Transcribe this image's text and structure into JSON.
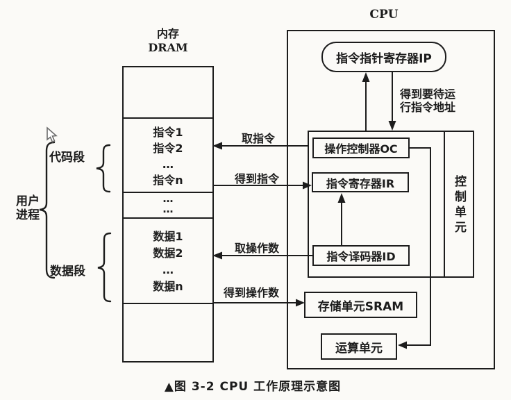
{
  "figure": {
    "caption": "▲图 3-2  CPU 工作原理示意图"
  },
  "memory": {
    "title_line1": "内存",
    "title_line2": "DRAM",
    "code_rows": [
      "指令1",
      "指令2",
      "…",
      "指令n"
    ],
    "mid_rows": [
      "…",
      "…"
    ],
    "data_rows": [
      "数据1",
      "数据2",
      "…",
      "数据n"
    ]
  },
  "left_labels": {
    "user_process_line1": "用户",
    "user_process_line2": "进程",
    "code_segment": "代码段",
    "data_segment": "数据段"
  },
  "cpu": {
    "title": "CPU",
    "ip_register": "指令指针寄存器IP",
    "operation_controller": "操作控制器OC",
    "instruction_register": "指令寄存器IR",
    "instruction_decoder": "指令译码器ID",
    "control_unit": "控制单元",
    "sram_unit": "存储单元SRAM",
    "alu_unit": "运算单元"
  },
  "arrows": {
    "fetch_instruction": "取指令",
    "got_instruction": "得到指令",
    "fetch_operand": "取操作数",
    "got_operand": "得到操作数",
    "ip_address_line1": "得到要待运",
    "ip_address_line2": "行指令地址"
  },
  "colors": {
    "ink": "#1c1c1c",
    "paper": "#fbfaf7"
  }
}
